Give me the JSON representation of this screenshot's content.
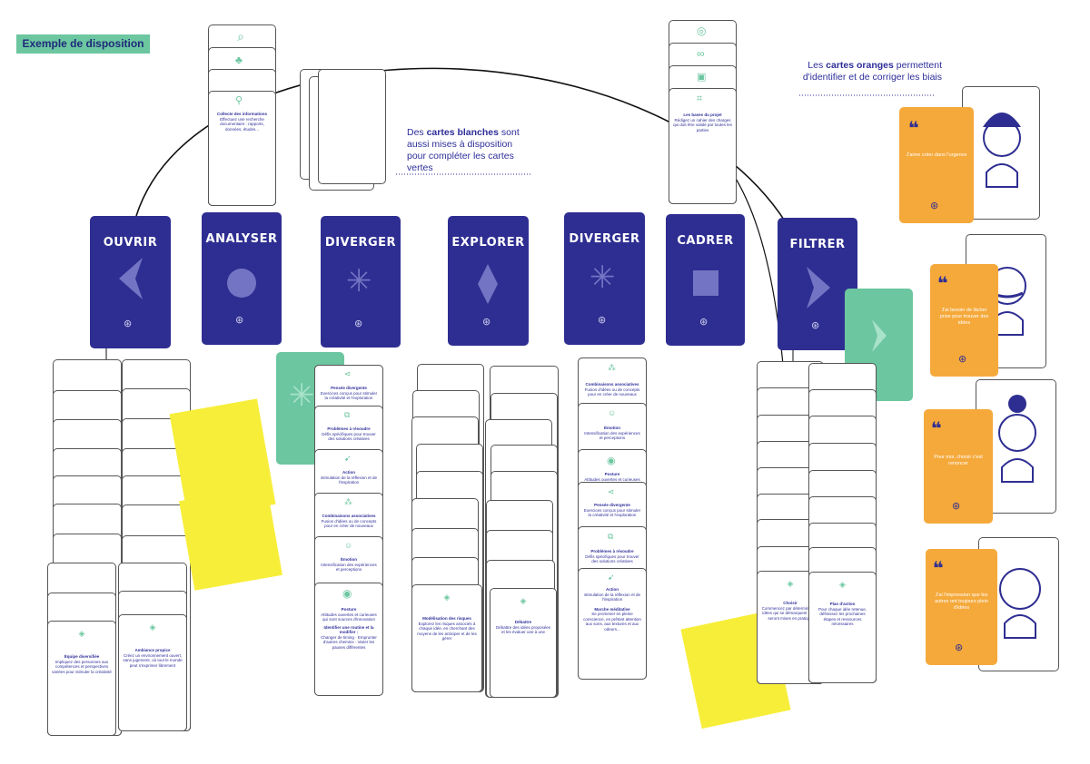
{
  "badge": "Exemple de disposition",
  "notes": {
    "white_prefix": "Des ",
    "white_bold": "cartes blanches",
    "white_rest": " sont aussi mises à disposition pour compléter les cartes vertes",
    "orange_prefix": "Les ",
    "orange_bold": "cartes oranges",
    "orange_rest": " permettent d'identifier et de corriger les biais"
  },
  "phases": [
    "OUVRIR",
    "ANALYSER",
    "DIVERGER",
    "EXPLORER",
    "DIVERGER",
    "CADRER",
    "FILTRER"
  ],
  "top_left_card": {
    "title": "Collecte des informations",
    "text": "Effectuez une recherche documentaire : rapports, données, études..."
  },
  "top_right_card": {
    "title": "Les bases du projet",
    "text": "Rédigez un cahier des charges qui doit être validé par toutes les parties"
  },
  "col1_cards": [
    {
      "title": "Équipe diversifiée",
      "text": "Impliquez des personnes aux compétences et perspectives variées pour stimuler la créativité"
    },
    {
      "title": "Ambiance propice",
      "text": "Créez un environnement ouvert, sans jugement, où tout le monde peut s'exprimer librement"
    }
  ],
  "col3_cards": [
    {
      "title": "Pensée divergente",
      "text": "Exercices conçus pour stimuler la créativité et l'exploration"
    },
    {
      "title": "Problèmes à résoudre",
      "text": "Défis spécifiques pour trouver des solutions créatives"
    },
    {
      "title": "Action",
      "text": "stimulation de la réflexion et de l'inspiration"
    },
    {
      "title": "Combinaisons associatives",
      "text": "Fusion d'idées ou de concepts pour en créer de nouveaux"
    },
    {
      "title": "Émotion",
      "text": "Intensification des expériences et perceptions"
    },
    {
      "title": "Posture",
      "text": "Attitudes ouvertes et curieuses qui sont sources d'innovation"
    },
    {
      "title": "Identifier une routine et la modifier :",
      "text": "Changer de timing · Emprunter d'autres chemins · Varier les pauses différentes"
    }
  ],
  "col4_cards": [
    {
      "title": "Modélisation des risques",
      "text": "Explorez les risques associés à chaque idée, en cherchant des moyens de les anticiper et de les gérer"
    },
    {
      "title": "Débattre",
      "text": "Débattre des idées proposées et les évaluer une à une"
    }
  ],
  "col5_cards": [
    {
      "title": "Combinaisons associatives",
      "text": "Fusion d'idées ou de concepts pour en créer de nouveaux"
    },
    {
      "title": "Émotion",
      "text": "Intensification des expériences et perceptions"
    },
    {
      "title": "Posture",
      "text": "Attitudes ouvertes et curieuses qui sont sources d'innovation"
    },
    {
      "title": "Pensée divergente",
      "text": "Exercices conçus pour stimuler la créativité et l'exploration"
    },
    {
      "title": "Problèmes à résoudre",
      "text": "Défis spécifiques pour trouver des solutions créatives"
    },
    {
      "title": "Action",
      "text": "stimulation de la réflexion et de l'inspiration"
    },
    {
      "title": "Marche méditative",
      "text": "Se promener en pleine conscience, en prêtant attention aux sons, aux textures et aux odeurs..."
    }
  ],
  "col7_cards": [
    {
      "title": "Choisir",
      "text": "Commencez par déterminer les idées qui se démarquent et qui seront mises en pratique"
    },
    {
      "title": "Plan d'action",
      "text": "Pour chaque idée retenue, définissez les prochaines étapes et ressources nécessaires"
    }
  ],
  "bias_quotes": [
    "J'aime créer dans l'urgence",
    "J'ai besoin de lâcher prise pour trouver des idées",
    "Pour moi, choisir c'est renoncer",
    "J'ai l'impression que les autres ont toujours plein d'idées"
  ],
  "colors": {
    "phase_blue": "#2e2e92",
    "green": "#6cc6a0",
    "orange": "#f5a93b",
    "yellow": "#f7ee3a"
  }
}
